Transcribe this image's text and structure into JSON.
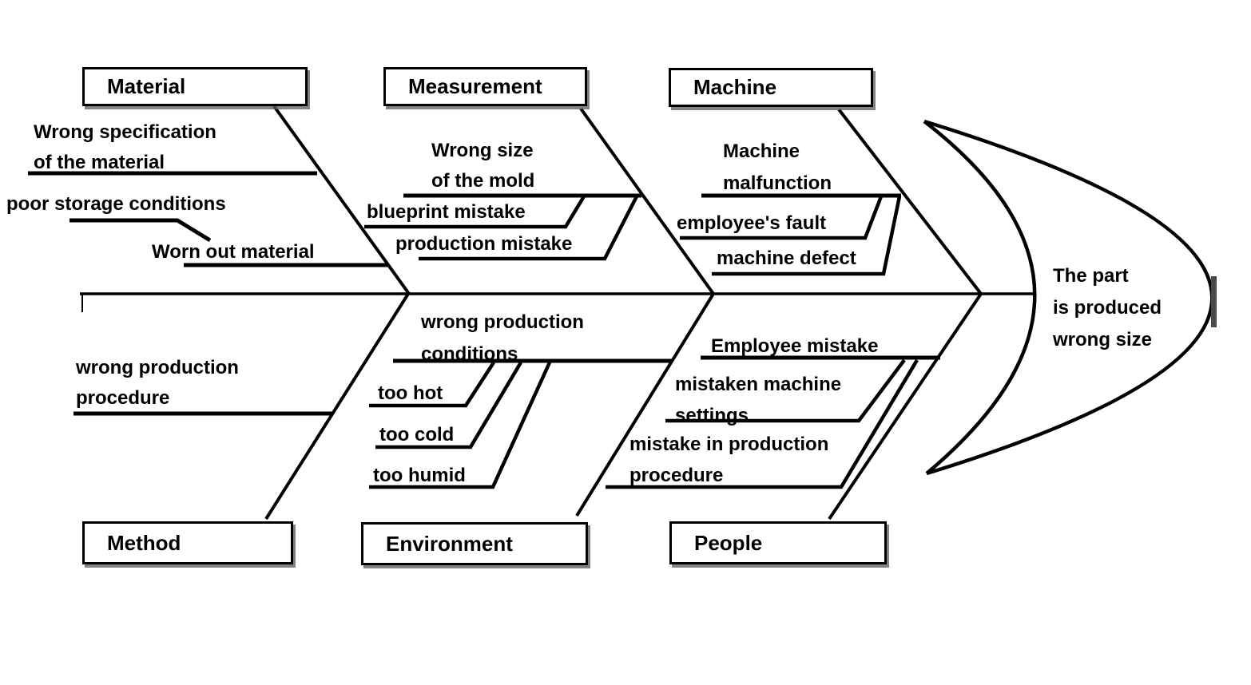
{
  "colors": {
    "ink": "#000000",
    "background": "#ffffff",
    "box_shadow": "#5a5a5a",
    "edge_mark": "#4a4a4a"
  },
  "head": {
    "effect_label": "The part\nis produced\nwrong size"
  },
  "branches": {
    "material": {
      "label": "Material",
      "causes": {
        "wrong_specification": "Wrong specification\nof the material",
        "poor_storage": "poor storage conditions",
        "worn_out": "Worn out material"
      }
    },
    "measurement": {
      "label": "Measurement",
      "causes": {
        "wrong_size_mold": "Wrong size\nof the mold",
        "blueprint_mistake": "blueprint mistake",
        "production_mistake": "production mistake"
      }
    },
    "machine": {
      "label": "Machine",
      "causes": {
        "machine_malfunction": "Machine\nmalfunction",
        "employees_fault": "employee's fault",
        "machine_defect": "machine defect"
      }
    },
    "method": {
      "label": "Method",
      "causes": {
        "wrong_production_procedure": "wrong production\nprocedure"
      }
    },
    "environment": {
      "label": "Environment",
      "causes": {
        "wrong_production_conditions": "wrong production\nconditions",
        "too_hot": "too hot",
        "too_cold": "too cold",
        "too_humid": "too humid"
      }
    },
    "people": {
      "label": "People",
      "causes": {
        "employee_mistake": "Employee  mistake",
        "mistaken_machine_settings": "mistaken machine\nsettings",
        "mistake_in_production_procedure": "mistake in production\nprocedure"
      }
    }
  }
}
